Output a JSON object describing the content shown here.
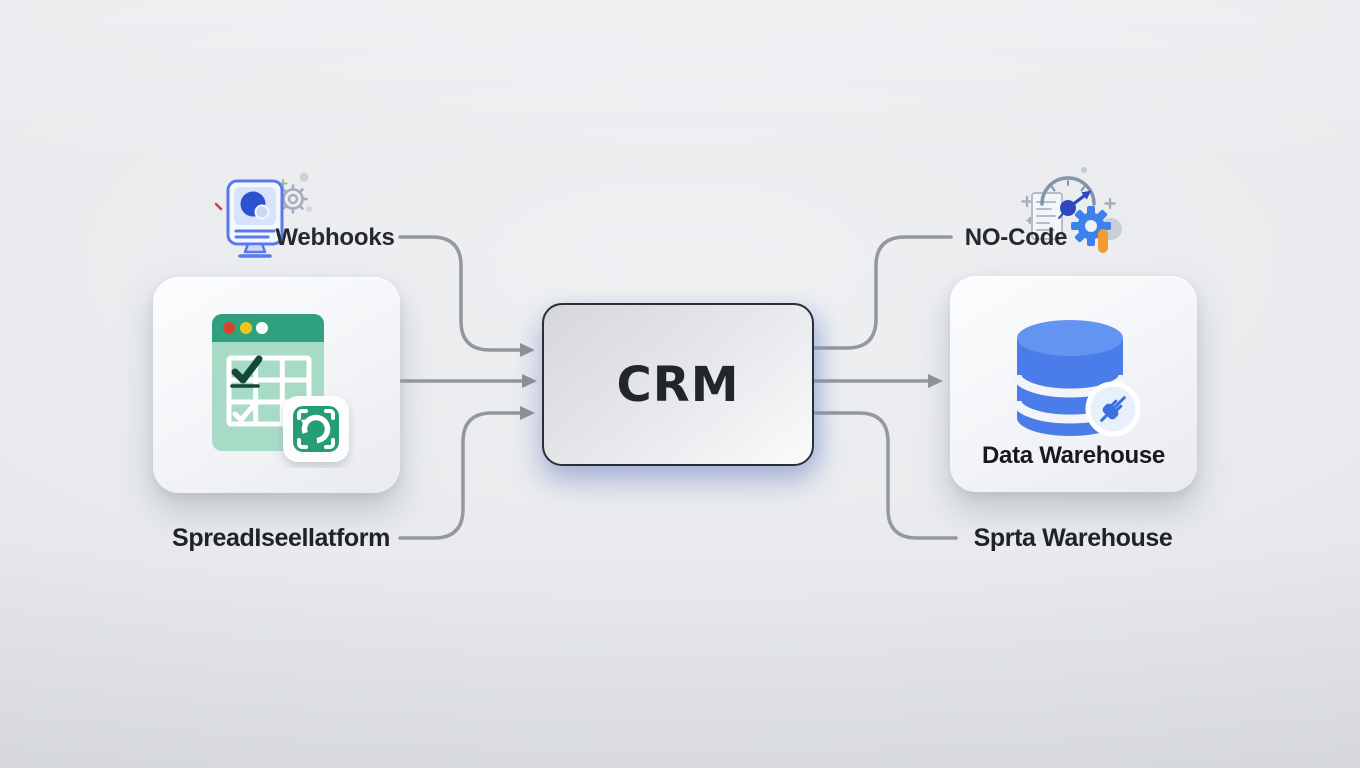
{
  "title": "CRM integration diagram",
  "background_color": "#e8eaed",
  "connector_color": "#8d9197",
  "nodes": {
    "webhooks": {
      "label": "Webhooks",
      "icon": "webhook-monitor-gear-icon"
    },
    "spreadsheet": {
      "label": "SpreadIseellatform",
      "icon": "spreadsheet-sync-icon",
      "header_color": "#2fa17e",
      "body_color": "#a7dbc5",
      "chip_color": "#259d76",
      "dot_colors": [
        "#d8402f",
        "#f2c41c",
        "#ffffff"
      ]
    },
    "crm": {
      "label": "CRM",
      "border_color": "#2b2e34",
      "glow_color": "#7d9bff"
    },
    "no_code": {
      "label": "NO-Code",
      "icon": "gauge-gear-pill-icon",
      "gear_color": "#3d82ec",
      "pill_color": "#f29b33",
      "needle_color": "#2b49bd"
    },
    "data_warehouse": {
      "label": "Data Warehouse",
      "icon": "database-cylinder-icon",
      "badge_icon": "plug-connector-icon",
      "cylinder_color": "#4a7de9",
      "cylinder_top_color": "#6494f1"
    },
    "sprta_warehouse": {
      "label": "Sprta Warehouse"
    }
  }
}
